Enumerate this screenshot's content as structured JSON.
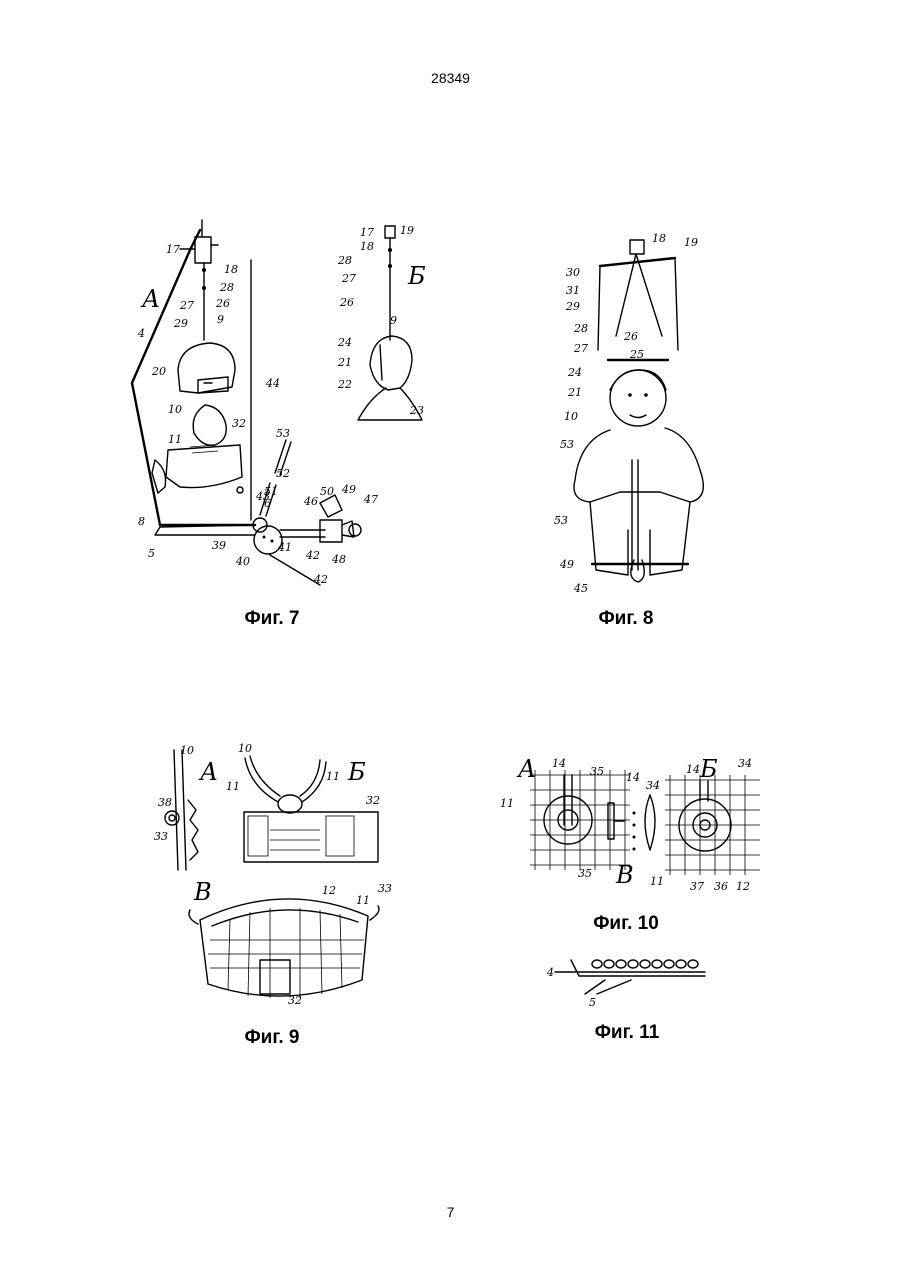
{
  "header": {
    "document_number": "28349"
  },
  "footer": {
    "page_number": "7"
  },
  "figures": {
    "fig7": {
      "caption": "Фиг. 7",
      "view_labels": [
        "А",
        "Б"
      ],
      "callouts": [
        "17",
        "18",
        "28",
        "27",
        "26",
        "29",
        "9",
        "4",
        "20",
        "44",
        "10",
        "32",
        "11",
        "53",
        "8",
        "52",
        "51",
        "6",
        "43",
        "46",
        "49",
        "50",
        "47",
        "5",
        "39",
        "40",
        "41",
        "42",
        "48",
        "42",
        "17",
        "18",
        "28",
        "27",
        "26",
        "24",
        "21",
        "22",
        "23",
        "9"
      ]
    },
    "fig8": {
      "caption": "Фиг. 8",
      "callouts": [
        "18",
        "19",
        "30",
        "31",
        "29",
        "28",
        "27",
        "26",
        "25",
        "24",
        "21",
        "10",
        "53",
        "53",
        "49",
        "45"
      ]
    },
    "fig9": {
      "caption": "Фиг. 9",
      "view_labels": [
        "А",
        "Б",
        "В"
      ],
      "callouts": [
        "10",
        "38",
        "33",
        "10",
        "11",
        "11",
        "32",
        "12",
        "11",
        "33",
        "32"
      ]
    },
    "fig10": {
      "caption": "Фиг. 10",
      "view_labels": [
        "А",
        "Б",
        "В"
      ],
      "callouts": [
        "11",
        "14",
        "35",
        "14",
        "34",
        "14",
        "34",
        "35",
        "11",
        "37",
        "36",
        "12"
      ]
    },
    "fig11": {
      "caption": "Фиг. 11",
      "callouts": [
        "4",
        "5"
      ]
    }
  }
}
